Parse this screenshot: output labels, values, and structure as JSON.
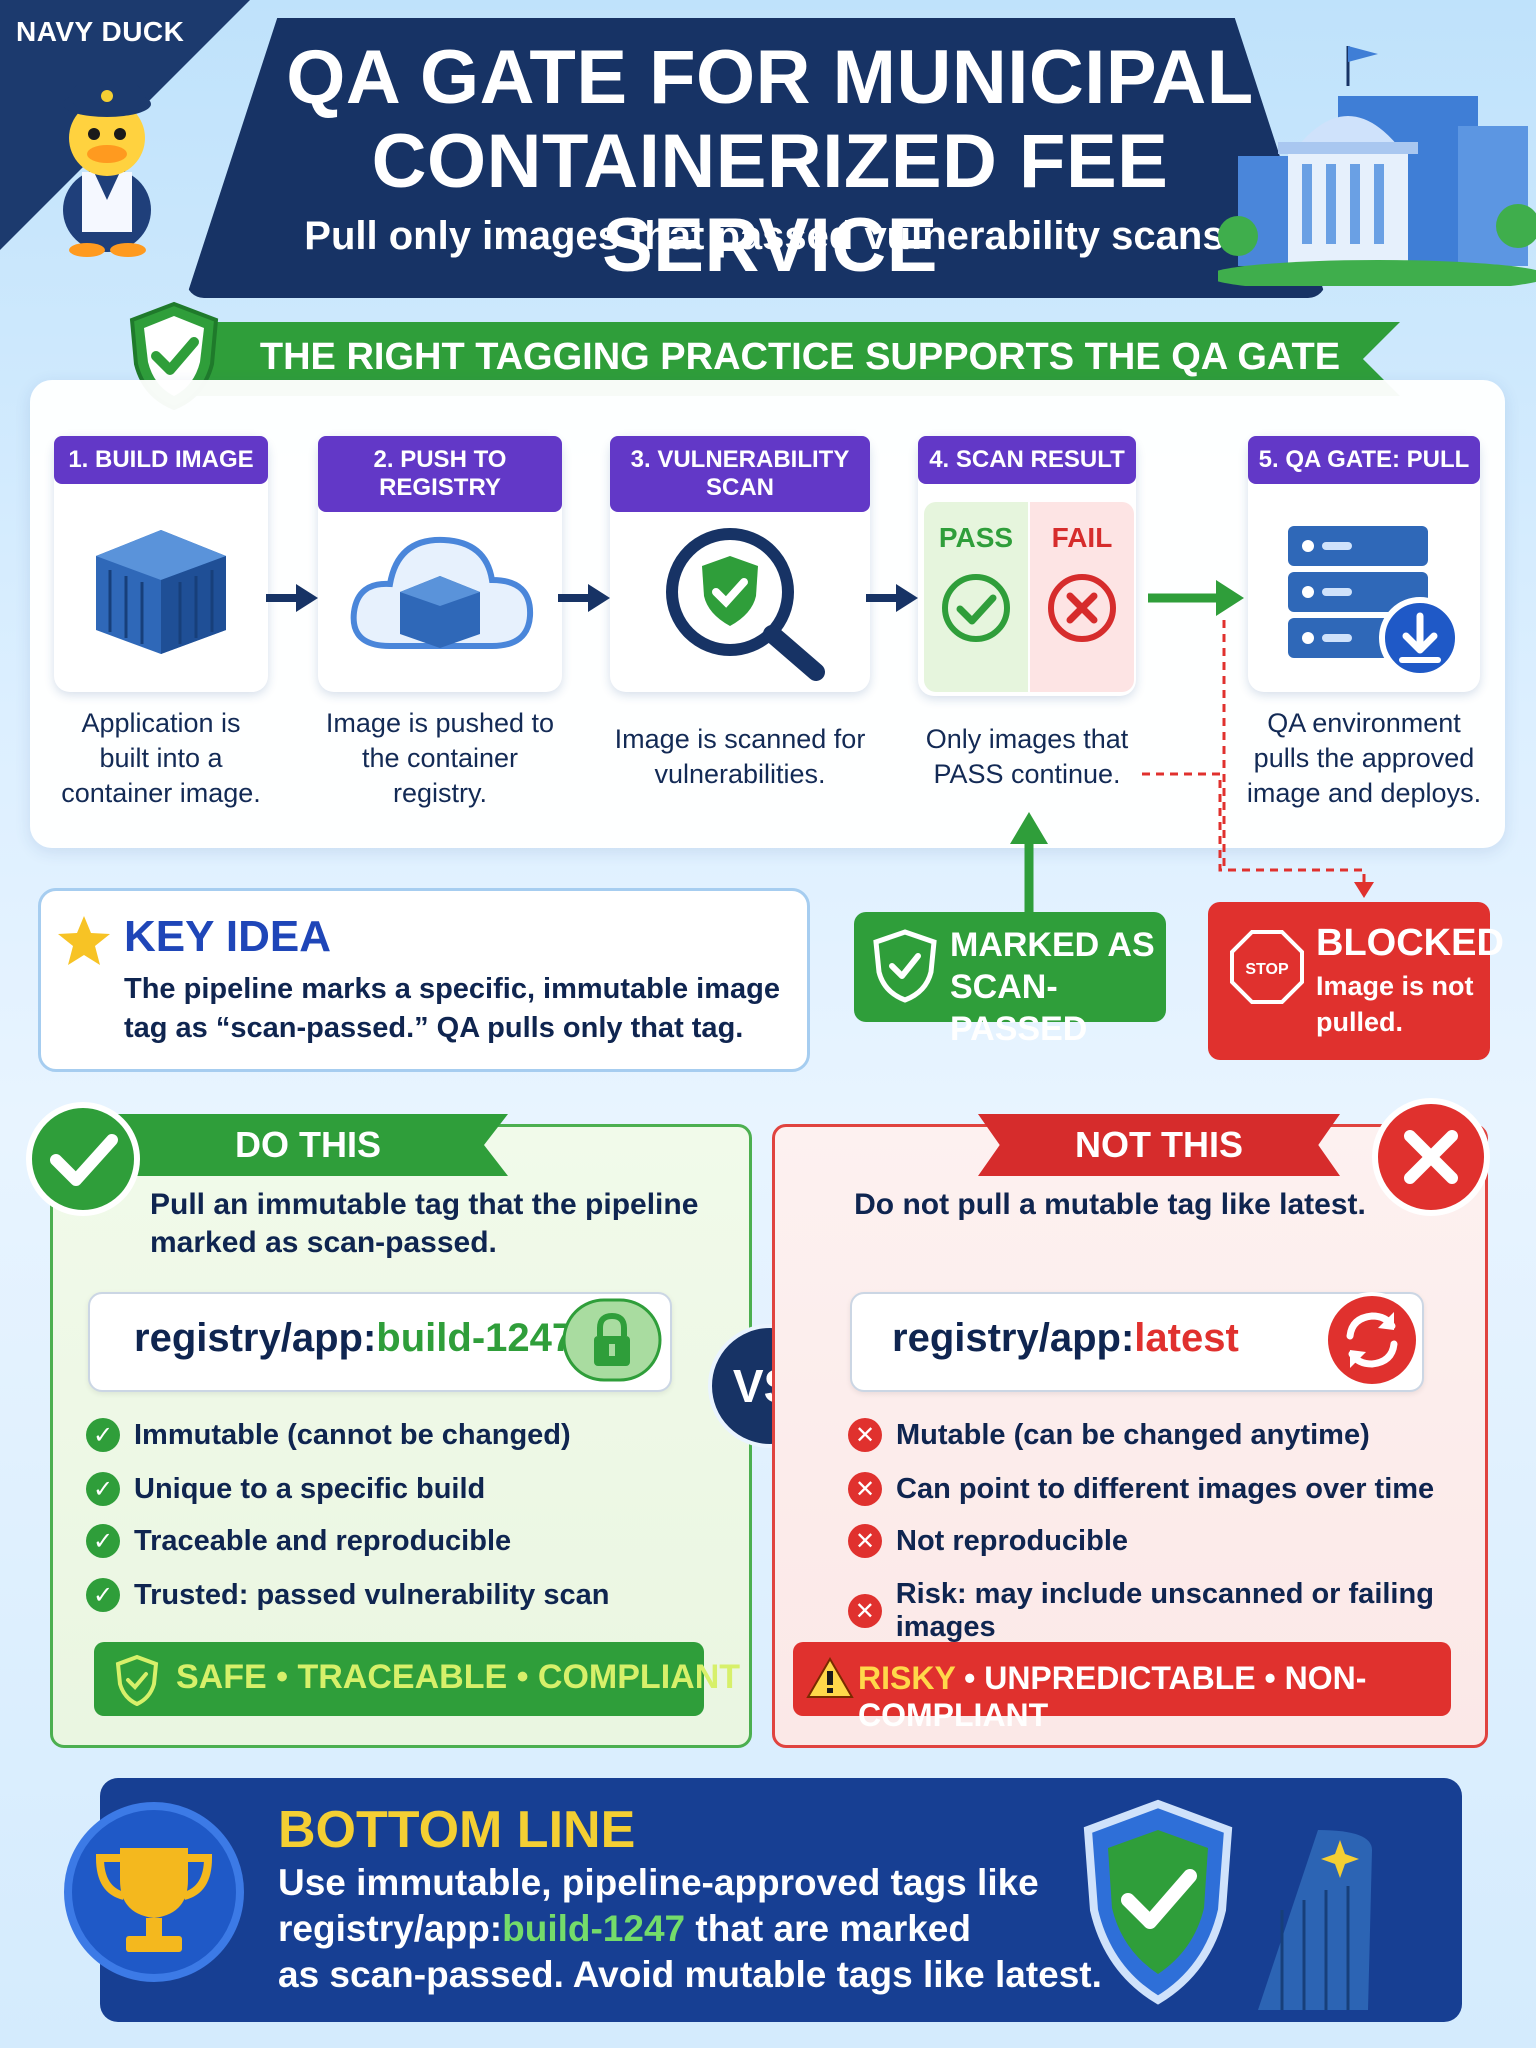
{
  "brand": {
    "name": "NAVY DUCK"
  },
  "header": {
    "title_line1": "QA GATE FOR MUNICIPAL",
    "title_line2": "CONTAINERIZED FEE SERVICE",
    "subtitle": "Pull only images that passed vulnerability scans."
  },
  "ribbon": {
    "text": "THE RIGHT TAGGING PRACTICE SUPPORTS THE QA GATE"
  },
  "pipeline": {
    "steps": [
      {
        "label": "1. BUILD IMAGE",
        "desc": "Application is built into a container image."
      },
      {
        "label": "2. PUSH TO REGISTRY",
        "desc": "Image is pushed to the container registry."
      },
      {
        "label": "3. VULNERABILITY SCAN",
        "desc": "Image is scanned for vulnerabilities."
      },
      {
        "label": "4. SCAN RESULT",
        "desc": "Only images that PASS continue.",
        "pass": "PASS",
        "fail": "FAIL"
      },
      {
        "label": "5. QA GATE: PULL",
        "desc": "QA environment pulls the approved image and deploys."
      }
    ]
  },
  "key_idea": {
    "title": "KEY IDEA",
    "text": "The pipeline marks a specific, immutable image tag as “scan-passed.” QA pulls only that tag."
  },
  "marked": {
    "line1": "MARKED AS",
    "line2": "SCAN-PASSED"
  },
  "blocked": {
    "title": "BLOCKED",
    "text": "Image is not pulled.",
    "sign": "STOP"
  },
  "do_this": {
    "banner": "DO THIS",
    "intro": "Pull an immutable tag that the pipeline marked as scan-passed.",
    "tag_prefix": "registry/app:",
    "tag_value": "build-1247",
    "items": [
      "Immutable (cannot be changed)",
      "Unique to a specific build",
      "Traceable and reproducible",
      "Trusted: passed vulnerability scan"
    ],
    "bar": "SAFE • TRACEABLE • COMPLIANT"
  },
  "vs": "VS.",
  "not_this": {
    "banner": "NOT THIS",
    "intro": "Do not pull a mutable tag like latest.",
    "tag_prefix": "registry/app:",
    "tag_value": "latest",
    "items": [
      "Mutable (can be changed anytime)",
      "Can point to different images over time",
      "Not reproducible",
      "Risk: may include unscanned or failing images"
    ],
    "bar_first": "RISKY",
    "bar_rest": " • UNPREDICTABLE • NON-COMPLIANT"
  },
  "bottom_line": {
    "title": "BOTTOM LINE",
    "text_part1": "Use immutable, pipeline-approved tags like",
    "tag_prefix": "registry/app:",
    "tag_value": "build-1247",
    "text_part2": " that are marked",
    "text_part3": "as scan-passed. Avoid mutable tags like latest."
  },
  "colors": {
    "navy": "#173365",
    "green": "#2f9e3a",
    "red": "#e0312e",
    "purple": "#6238c7",
    "gold": "#f4cf33"
  }
}
